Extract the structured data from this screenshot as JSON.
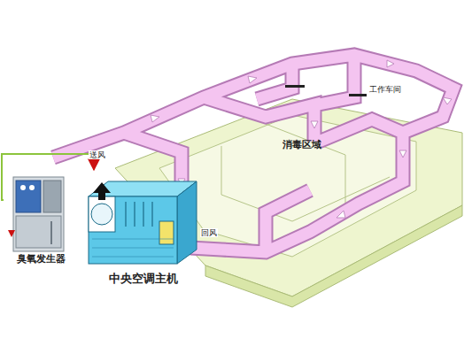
{
  "diagram": {
    "nodes": [
      {
        "text": [
          "臭氧发生器"
        ]
      },
      {
        "text": [
          "中央空调主机"
        ]
      }
    ],
    "edges": [
      {
        "from": 0,
        "to": 1,
        "arrow": "to"
      }
    ],
    "labels": [
      "送风",
      "回风",
      "消毒区域",
      "工作车间"
    ]
  }
}
